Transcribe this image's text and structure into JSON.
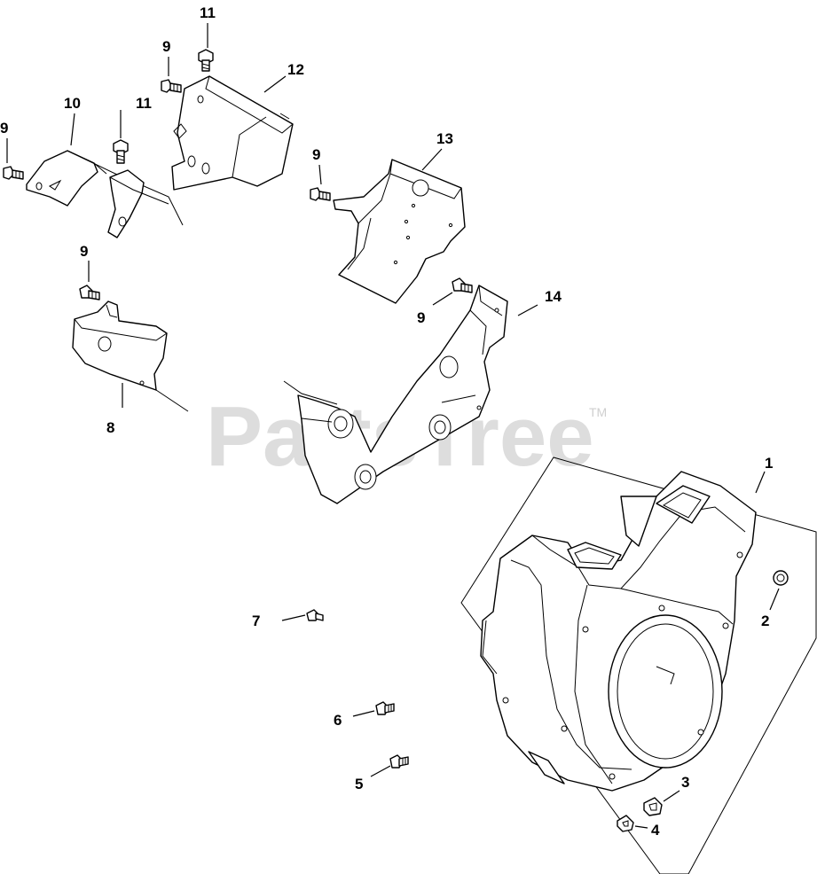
{
  "watermark": {
    "text": "PartsTree",
    "trademark": "TM"
  },
  "callouts": [
    {
      "id": "c11a",
      "label": "11"
    },
    {
      "id": "c12",
      "label": "12"
    },
    {
      "id": "c9a",
      "label": "9"
    },
    {
      "id": "c10",
      "label": "10"
    },
    {
      "id": "c11b",
      "label": "11"
    },
    {
      "id": "c9b",
      "label": "9"
    },
    {
      "id": "c9c",
      "label": "9"
    },
    {
      "id": "c13",
      "label": "13"
    },
    {
      "id": "c9d",
      "label": "9"
    },
    {
      "id": "c9e",
      "label": "9"
    },
    {
      "id": "c14",
      "label": "14"
    },
    {
      "id": "c8",
      "label": "8"
    },
    {
      "id": "c1",
      "label": "1"
    },
    {
      "id": "c2",
      "label": "2"
    },
    {
      "id": "c7",
      "label": "7"
    },
    {
      "id": "c6",
      "label": "6"
    },
    {
      "id": "c5",
      "label": "5"
    },
    {
      "id": "c3",
      "label": "3"
    },
    {
      "id": "c4",
      "label": "4"
    }
  ]
}
